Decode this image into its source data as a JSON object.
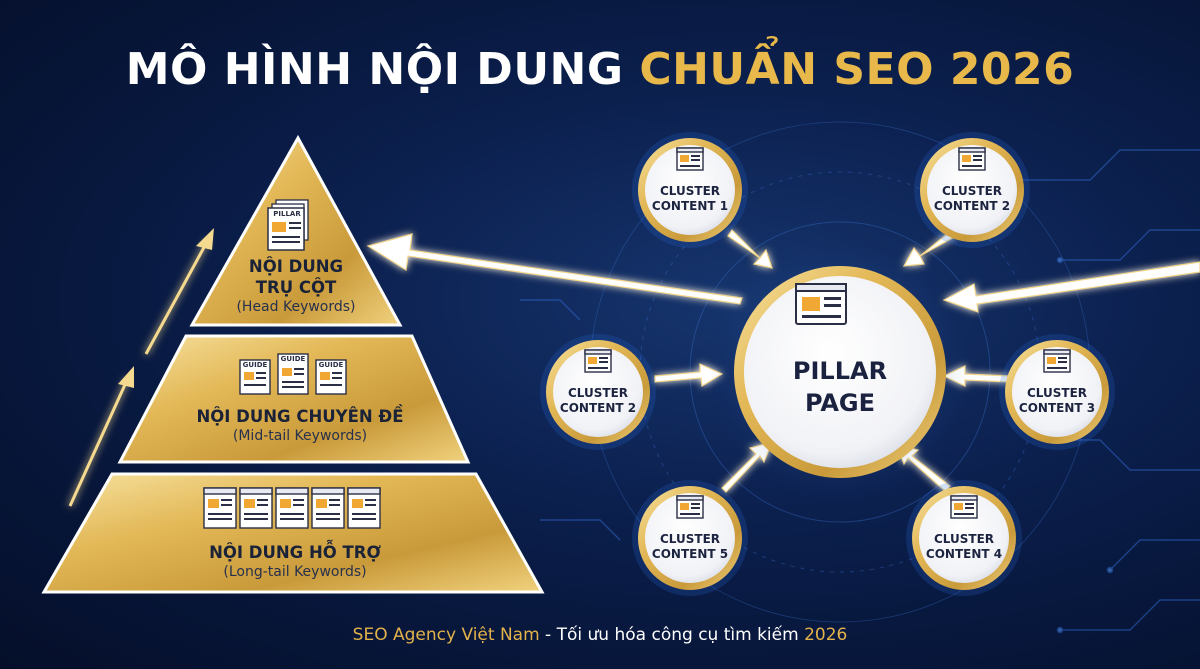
{
  "title": {
    "part1": "MÔ HÌNH NỘI DUNG ",
    "part2": "CHUẨN SEO 2026"
  },
  "pyramid": {
    "top": {
      "icon_label": "PILLAR",
      "line1": "NỘI DUNG",
      "line2": "TRỤ CỘT",
      "keywords": "(Head Keywords)"
    },
    "middle": {
      "icon_label": "GUIDE",
      "line1": "NỘI DUNG CHUYÊN ĐỀ",
      "keywords": "(Mid-tail Keywords)"
    },
    "bottom": {
      "line1": "NỘI DUNG HỖ TRỢ",
      "keywords": "(Long-tail Keywords)"
    }
  },
  "pillar": {
    "line1": "PILLAR",
    "line2": "PAGE"
  },
  "clusters": [
    {
      "line1": "CLUSTER",
      "line2": "CONTENT 1"
    },
    {
      "line1": "CLUSTER",
      "line2": "CONTENT 2"
    },
    {
      "line1": "CLUSTER",
      "line2": "CONTENT 2"
    },
    {
      "line1": "CLUSTER",
      "line2": "CONTENT 3"
    },
    {
      "line1": "CLUSTER",
      "line2": "CONTENT 5"
    },
    {
      "line1": "CLUSTER",
      "line2": "CONTENT 4"
    }
  ],
  "footer": {
    "brand": "SEO Agency Việt Nam",
    "sep": " - ",
    "tagline": "Tối ưu hóa công cụ tìm kiếm ",
    "year": "2026"
  },
  "colors": {
    "gold": "#e8b94a",
    "navy": "#0c2150",
    "white": "#ffffff"
  }
}
